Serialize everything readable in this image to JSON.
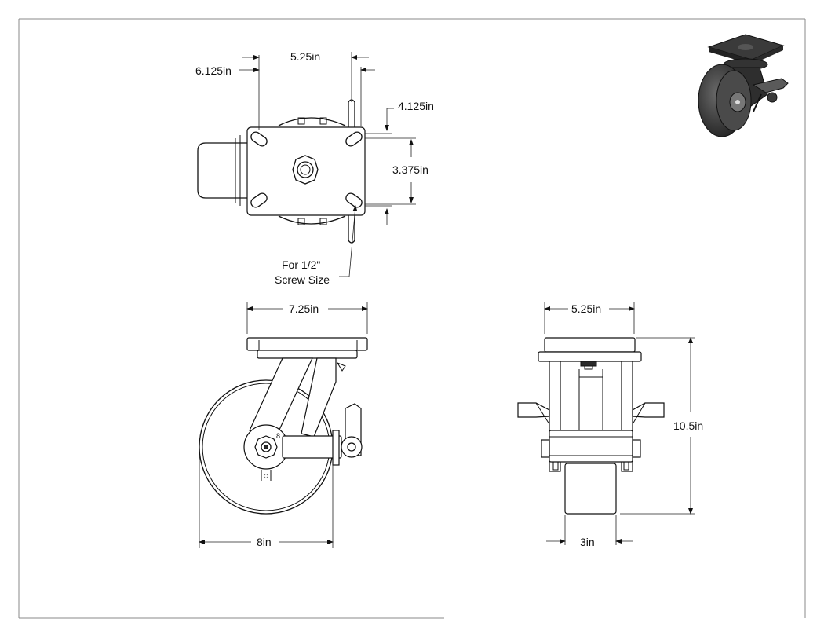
{
  "dimensions": {
    "top_offset": "6.125in",
    "top_plate_width": "5.25in",
    "bolt_spacing_side": "4.125in",
    "bolt_spacing_vertical": "3.375in",
    "screw_note_line1": "For 1/2\"",
    "screw_note_line2": "Screw Size",
    "side_plate_width": "7.25in",
    "wheel_diameter": "8in",
    "front_plate_width": "5.25in",
    "overall_height": "10.5in",
    "wheel_width": "3in"
  },
  "labels": {
    "hub_marking": "8"
  },
  "colors": {
    "line": "#111111",
    "frame": "#888888",
    "render_dark": "#2f2f2f",
    "background": "#ffffff"
  }
}
